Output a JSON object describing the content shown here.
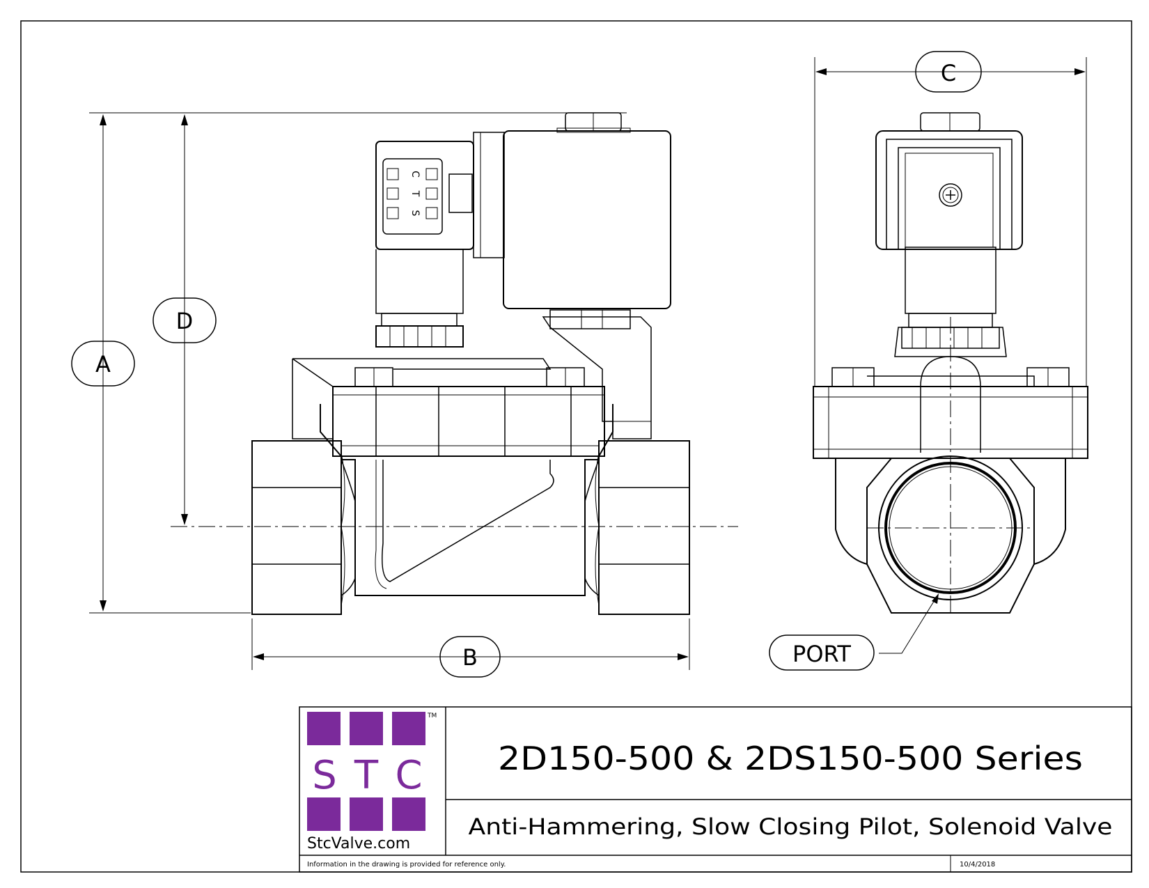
{
  "dimensions": {
    "a": "A",
    "b": "B",
    "c": "C",
    "d": "D",
    "port": "PORT"
  },
  "connector_marking": [
    "S",
    "T",
    "C"
  ],
  "title_block": {
    "title": "2D150-500 & 2DS150-500 Series",
    "subtitle": "Anti-Hammering, Slow Closing Pilot, Solenoid Valve",
    "note": "Information in the drawing is provided for reference only.",
    "date": "10/4/2018"
  },
  "logo": {
    "letters": [
      "S",
      "T",
      "C"
    ],
    "trademark": "TM",
    "url": "StcValve.com",
    "color": "#7b2a9b"
  }
}
